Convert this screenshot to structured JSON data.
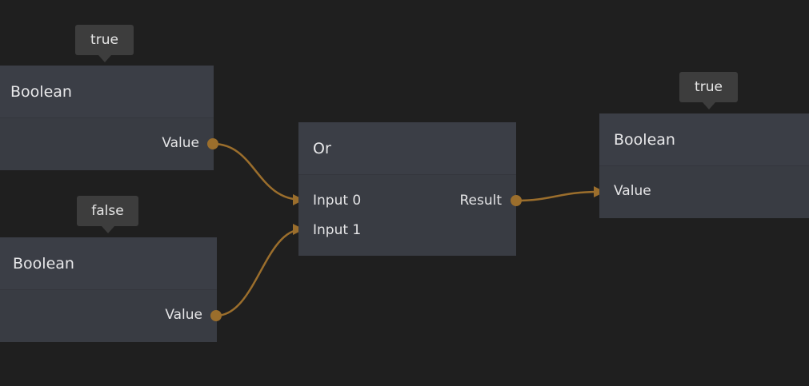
{
  "graph": {
    "nodes": {
      "boolean_a": {
        "title": "Boolean",
        "output_label": "Value",
        "tooltip": "true"
      },
      "boolean_b": {
        "title": "Boolean",
        "output_label": "Value",
        "tooltip": "false"
      },
      "or_node": {
        "title": "Or",
        "input_0_label": "Input 0",
        "input_1_label": "Input 1",
        "output_label": "Result"
      },
      "boolean_out": {
        "title": "Boolean",
        "input_label": "Value",
        "tooltip": "true"
      }
    }
  },
  "colors": {
    "background": "#1f1f1f",
    "node_header": "#3b3e46",
    "node_body": "#393c43",
    "wire": "#9b6e2c",
    "tooltip": "#3d3d3d"
  }
}
